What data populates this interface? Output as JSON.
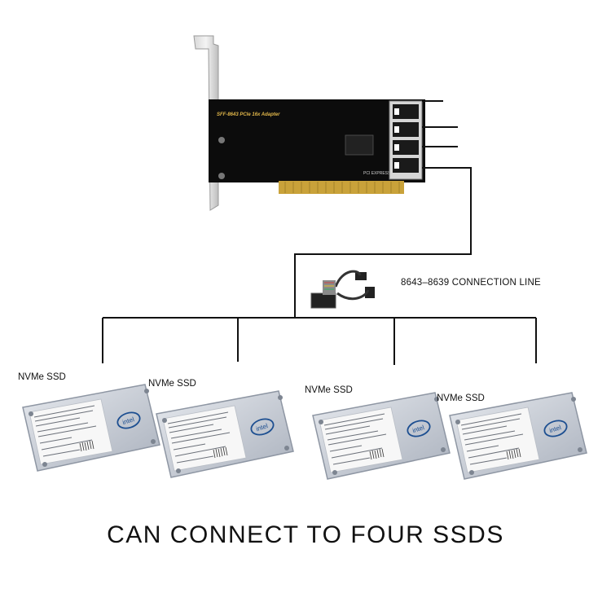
{
  "card": {
    "title": "SFF-8643 PCIe 16x Adapter",
    "pcie_logo": "PCI EXPRESS"
  },
  "cable_label": "8643–8639 CONNECTION LINE",
  "ssd": {
    "labels": [
      "NVMe SSD",
      "NVMe SSD",
      "NVMe SSD",
      "NVMe SSD"
    ],
    "brand": "intel"
  },
  "caption": "CAN CONNECT TO FOUR SSDS",
  "colors": {
    "line": "#111111",
    "pcb": "#0c0c0c",
    "gold": "#c9a23a",
    "ssd_body": "#c9cfd8",
    "ssd_edge": "#8e96a3",
    "intel_blue": "#1d4f91"
  }
}
